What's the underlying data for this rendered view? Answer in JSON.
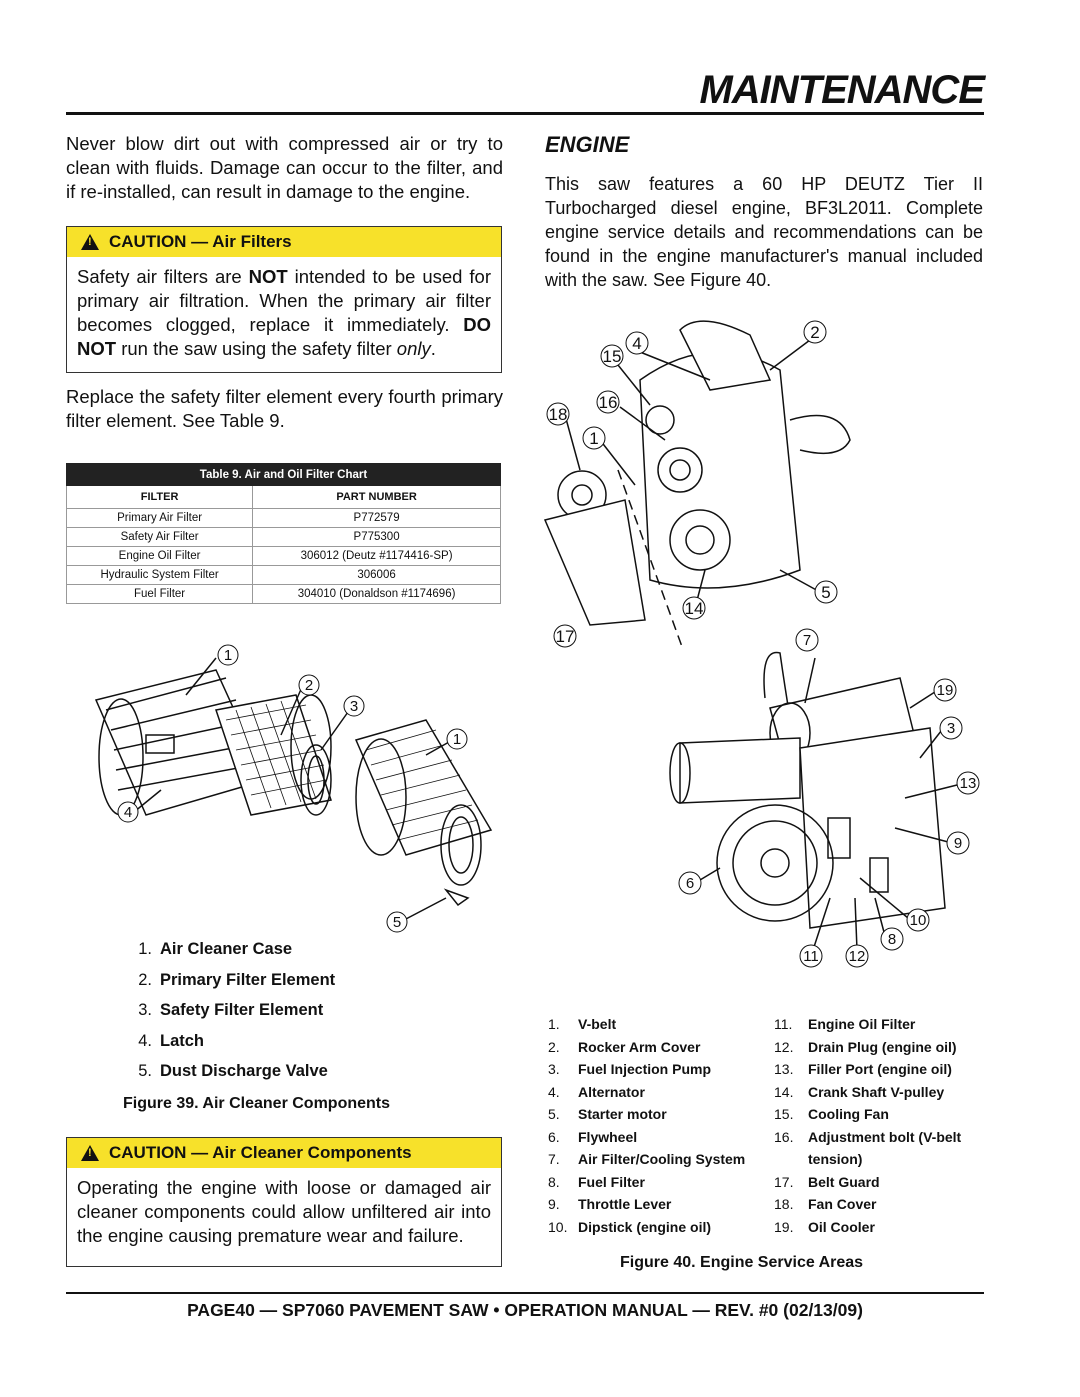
{
  "header": {
    "title": "MAINTENANCE"
  },
  "intro": {
    "text": "Never blow dirt out with compressed air or try to clean with fluids. Damage can occur to the filter, and if re-installed, can result in damage to the engine."
  },
  "caution_filters": {
    "title": "CAUTION — Air Filters",
    "text_1": "Safety air filters are ",
    "text_not": "NOT",
    "text_2": " intended to be used for primary air filtration. When the primary air filter becomes clogged, replace it immediately. ",
    "text_donot": "DO NOT",
    "text_3": " run the saw using the safety filter ",
    "text_only": "only",
    "text_end": "."
  },
  "replace_text": "Replace the safety filter element every fourth primary filter element. See Table 9.",
  "filter_table": {
    "caption": "Table 9.  Air and Oil Filter Chart",
    "headers": [
      "FILTER",
      "PART NUMBER"
    ],
    "rows": [
      [
        "Primary Air Filter",
        "P772579"
      ],
      [
        "Safety Air Filter",
        "P775300"
      ],
      [
        "Engine Oil Filter",
        "306012 (Deutz #1174416-SP)"
      ],
      [
        "Hydraulic System Filter",
        "306006"
      ],
      [
        "Fuel Filter",
        "304010 (Donaldson #1174696)"
      ]
    ]
  },
  "fig39": {
    "callouts": [
      "1",
      "2",
      "3",
      "1",
      "4",
      "5"
    ],
    "legend": [
      {
        "num": "1.",
        "label": "Air Cleaner Case"
      },
      {
        "num": "2.",
        "label": "Primary Filter Element"
      },
      {
        "num": "3.",
        "label": "Safety Filter Element"
      },
      {
        "num": "4.",
        "label": "Latch"
      },
      {
        "num": "5.",
        "label": "Dust Discharge Valve"
      }
    ],
    "caption": "Figure 39. Air Cleaner Components"
  },
  "caution_components": {
    "title": "CAUTION — Air Cleaner Components",
    "text": "Operating the engine with loose or damaged air cleaner components could allow unfiltered air into the engine causing premature wear and failure."
  },
  "engine": {
    "heading": "ENGINE",
    "text": "This saw features a 60 HP DEUTZ Tier II Turbocharged diesel engine, BF3L2011. Complete engine service details and recommendations can be found in the engine manufacturer's manual included with the saw. See Figure 40."
  },
  "fig40": {
    "callouts_top": [
      "4",
      "2",
      "15",
      "16",
      "18",
      "1",
      "5",
      "14",
      "17"
    ],
    "callouts_bottom": [
      "7",
      "19",
      "3",
      "13",
      "9",
      "6",
      "10",
      "8",
      "11",
      "12"
    ],
    "legend_left": [
      {
        "num": "1.",
        "label": "V-belt"
      },
      {
        "num": "2.",
        "label": "Rocker Arm Cover"
      },
      {
        "num": "3.",
        "label": "Fuel Injection Pump"
      },
      {
        "num": "4.",
        "label": "Alternator"
      },
      {
        "num": "5.",
        "label": "Starter motor"
      },
      {
        "num": "6.",
        "label": "Flywheel"
      },
      {
        "num": "7.",
        "label": "Air Filter/Cooling System"
      },
      {
        "num": "8.",
        "label": "Fuel Filter"
      },
      {
        "num": "9.",
        "label": "Throttle Lever"
      },
      {
        "num": "10.",
        "label": "Dipstick (engine oil)"
      }
    ],
    "legend_right": [
      {
        "num": "11.",
        "label": "Engine Oil Filter"
      },
      {
        "num": "12.",
        "label": "Drain Plug (engine oil)"
      },
      {
        "num": "13.",
        "label": "Filler Port (engine oil)"
      },
      {
        "num": "14.",
        "label": "Crank Shaft V-pulley"
      },
      {
        "num": "15.",
        "label": "Cooling Fan"
      },
      {
        "num": "16.",
        "label": "Adjustment bolt (V-belt"
      },
      {
        "num": "",
        "label": "tension)"
      },
      {
        "num": "17.",
        "label": "Belt Guard"
      },
      {
        "num": "18.",
        "label": "Fan Cover"
      },
      {
        "num": "19.",
        "label": "Oil Cooler"
      }
    ],
    "caption": "Figure 40. Engine Service Areas"
  },
  "footer": {
    "text": "PAGE40 — SP7060 PAVEMENT SAW • OPERATION MANUAL — REV. #0 (02/13/09)"
  }
}
